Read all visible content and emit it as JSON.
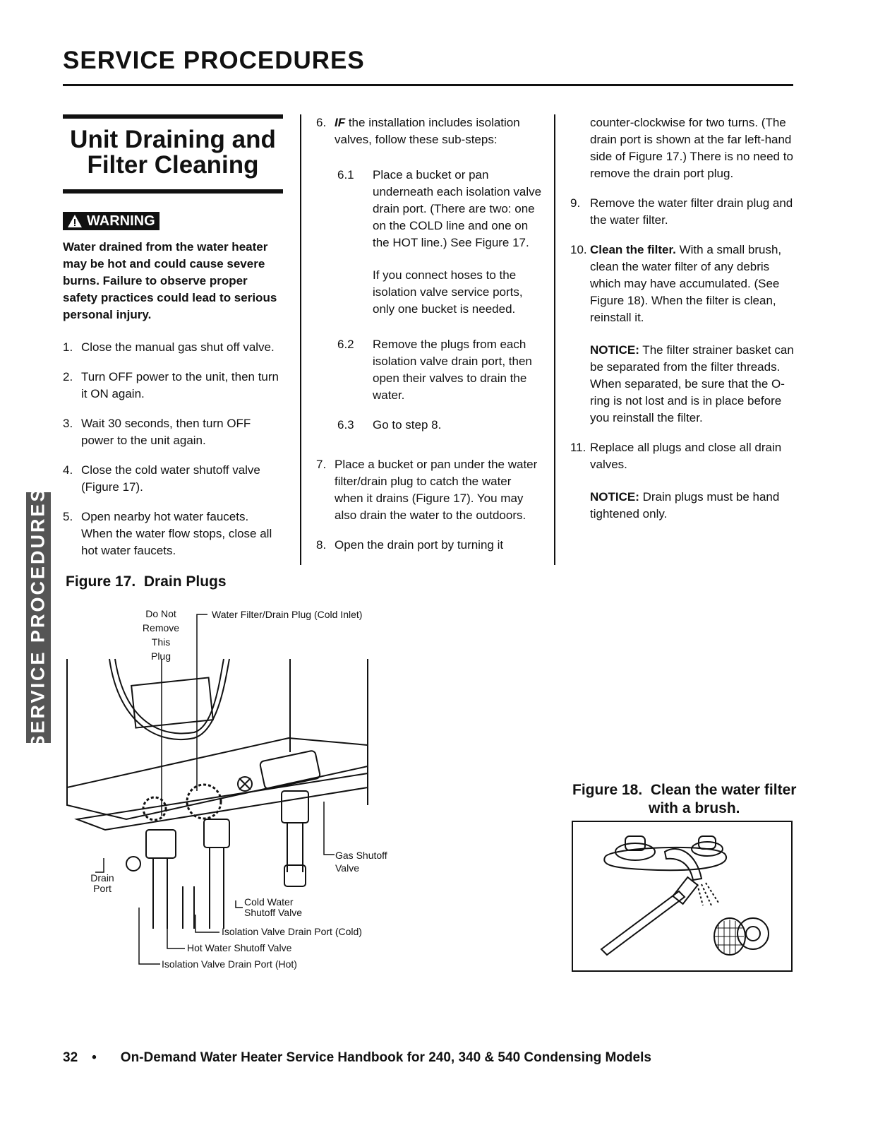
{
  "header": {
    "title": "SERVICE PROCEDURES"
  },
  "side_tab": {
    "label": "SERVICE PROCEDURES"
  },
  "section": {
    "title_line1": "Unit Draining and",
    "title_line2": "Filter Cleaning"
  },
  "warning": {
    "badge": "WARNING",
    "text": "Water drained from the water heater may be hot and could cause severe burns. Failure to observe proper safety practices could lead to serious personal injury."
  },
  "steps_col1": [
    {
      "num": "1.",
      "text": "Close the manual gas shut off valve."
    },
    {
      "num": "2.",
      "text": "Turn OFF power to the unit, then turn it ON again."
    },
    {
      "num": "3.",
      "text": "Wait 30 seconds, then turn OFF power to the unit again."
    },
    {
      "num": "4.",
      "text": "Close the cold water shutoff valve (Figure 17)."
    },
    {
      "num": "5.",
      "text": "Open nearby hot water faucets. When the water flow stops, close all hot water faucets."
    }
  ],
  "col2": {
    "step6_num": "6.",
    "step6_if": "IF",
    "step6_text": " the installation includes isolation valves, follow these sub-steps:",
    "sub61_num": "6.1",
    "sub61_text": "Place a bucket or pan underneath each isolation valve drain port. (There are two: one on the COLD line and one on the HOT line.) See Figure 17.",
    "sub61_note": "If you connect hoses to the isolation valve service ports, only one bucket is needed.",
    "sub62_num": "6.2",
    "sub62_text": "Remove the plugs from each isolation valve drain port, then open their valves to drain the water.",
    "sub63_num": "6.3",
    "sub63_text": "Go to step 8.",
    "step7_num": "7.",
    "step7_text": "Place a bucket or pan under the water filter/drain plug to catch the water when it drains (Figure 17). You may also drain the water to the outdoors.",
    "step8_num": "8.",
    "step8_text": "Open the drain port by turning it"
  },
  "col3": {
    "step8_cont": "counter-clockwise for two turns. (The drain port is shown at the far left-hand side of Figure 17.) There is no need to remove the drain port plug.",
    "step9_num": "9.",
    "step9_text": "Remove the water filter drain plug and the water filter.",
    "step10_num": "10.",
    "step10_bold": "Clean the filter.",
    "step10_text": " With a small brush, clean the water filter of any debris which may have accumulated. (See Figure 18). When the filter is clean, reinstall it.",
    "notice1_label": "NOTICE:",
    "notice1_text": " The filter strainer basket can be separated from the filter threads. When separated, be sure that the O-ring is not lost and is in place before you reinstall the filter.",
    "step11_num": "11.",
    "step11_text": "Replace all plugs and close all drain valves.",
    "notice2_label": "NOTICE:",
    "notice2_text": " Drain plugs must be hand tightened only."
  },
  "figure17": {
    "number": "Figure 17.",
    "title": "Drain Plugs",
    "labels": {
      "do_not_remove_1": "Do Not",
      "do_not_remove_2": "Remove",
      "do_not_remove_3": "This",
      "do_not_remove_4": "Plug",
      "water_filter": "Water Filter/Drain Plug (Cold Inlet)",
      "gas_shutoff_1": "Gas Shutoff",
      "gas_shutoff_2": "Valve",
      "drain_port_1": "Drain",
      "drain_port_2": "Port",
      "cold_water_1": "Cold Water",
      "cold_water_2": "Shutoff Valve",
      "iso_cold": "Isolation Valve Drain Port (Cold)",
      "hot_water": "Hot Water Shutoff Valve",
      "iso_hot": "Isolation Valve Drain Port (Hot)"
    }
  },
  "figure18": {
    "number": "Figure 18.",
    "title_line1": "Clean the water filter",
    "title_line2": "with a brush."
  },
  "footer": {
    "page": "32",
    "bullet": "•",
    "title": "On-Demand Water Heater Service Handbook for 240, 340 & 540 Condensing Models"
  }
}
